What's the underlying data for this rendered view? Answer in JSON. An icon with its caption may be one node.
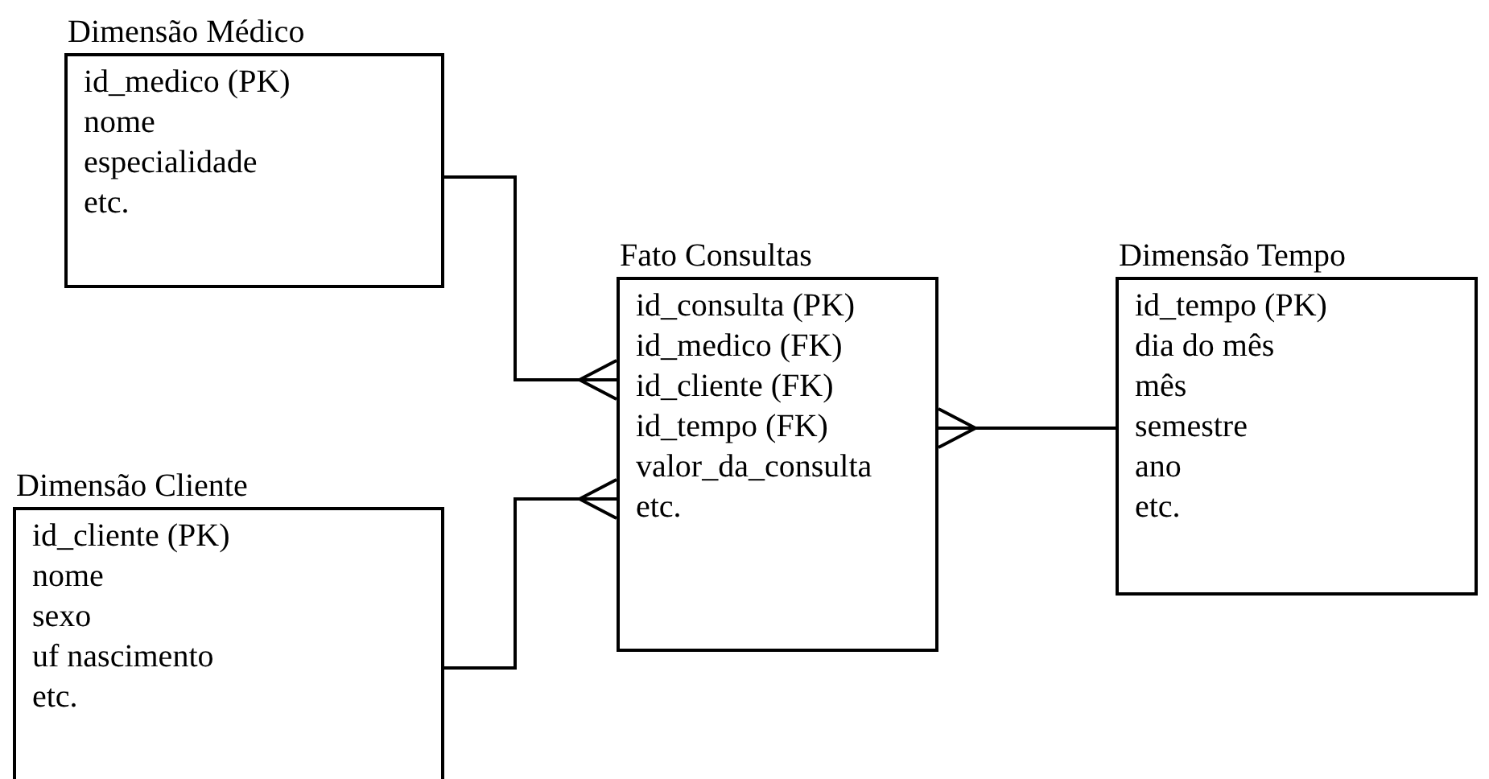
{
  "diagram": {
    "nodes": [
      {
        "text": [
          "Dimensão Médico",
          "id_medico (PK)",
          "nome",
          "especialidade",
          "etc."
        ]
      },
      {
        "text": [
          "Fato Consultas",
          "id_consulta (PK)",
          "id_medico (FK)",
          "id_cliente (FK)",
          "id_tempo (FK)",
          "valor_da_consulta",
          "etc."
        ]
      },
      {
        "text": [
          "Dimensão Tempo",
          "id_tempo (PK)",
          "dia do mês",
          "mês",
          "semestre",
          "ano",
          "etc."
        ]
      },
      {
        "text": [
          "Dimensão Cliente",
          "id_cliente (PK)",
          "nome",
          "sexo",
          "uf nascimento",
          "etc."
        ]
      }
    ],
    "edges": [
      {
        "from": 0,
        "to": 1,
        "arrow": "other"
      },
      {
        "from": 3,
        "to": 1,
        "arrow": "other"
      },
      {
        "from": 2,
        "to": 1,
        "arrow": "other"
      }
    ]
  }
}
